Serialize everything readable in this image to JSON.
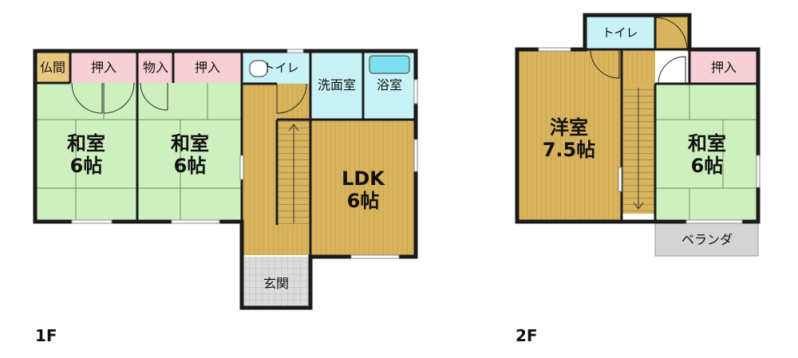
{
  "floor1": {
    "label": "1F",
    "rooms": {
      "butsuma": "仏間",
      "oshiire_a": "押入",
      "monoire": "物入",
      "oshiire_b": "押入",
      "toilet": "トイレ",
      "senmen": "洗面室",
      "yokushitsu": "浴室",
      "washitsu_a": "和室",
      "washitsu_a_size": "6帖",
      "washitsu_b": "和室",
      "washitsu_b_size": "6帖",
      "ldk": "LDK",
      "ldk_size": "6帖",
      "genkan": "玄関"
    }
  },
  "floor2": {
    "label": "2F",
    "rooms": {
      "toilet": "トイレ",
      "oshiire": "押入",
      "youshitsu": "洋室",
      "youshitsu_size": "7.5帖",
      "washitsu": "和室",
      "washitsu_size": "6帖",
      "veranda": "ベランダ"
    }
  },
  "colors": {
    "tatami": "#cdf0be",
    "closet": "#f7d0d6",
    "wet": "#c8f2f6",
    "wood": "#d8b45e",
    "butsuma": "#e8c780",
    "genkan": "#dcdcdc",
    "veranda": "#d4d4d4"
  }
}
